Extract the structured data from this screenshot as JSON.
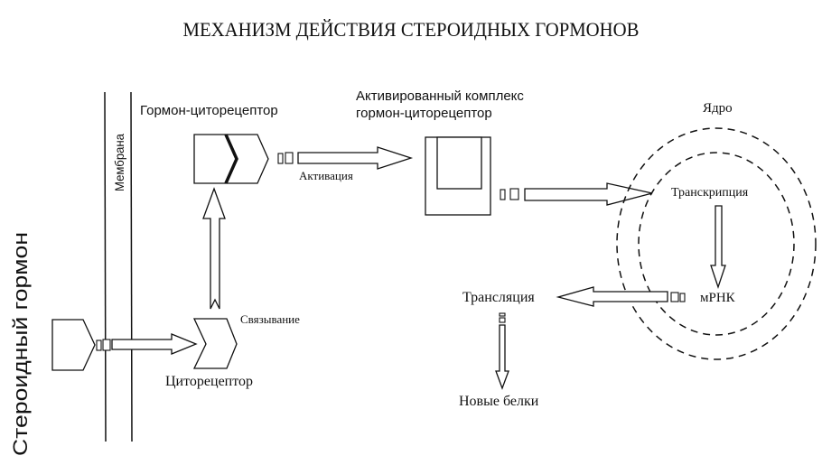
{
  "title": "МЕХАНИЗМ ДЕЙСТВИЯ СТЕРОИДНЫХ ГОРМОНОВ",
  "labels": {
    "steroid_hormone": "Стероидный гормон",
    "membrane": "Мембрана",
    "hormone_cytoreceptor": "Гормон-циторецептор",
    "activated_complex_line1": "Активированный комплекс",
    "activated_complex_line2": "гормон-циторецептор",
    "nucleus": "Ядро",
    "activation": "Активация",
    "binding": "Связывание",
    "cytoreceptor": "Циторецептор",
    "transcription": "Транскрипция",
    "mrna": "мРНК",
    "translation": "Трансляция",
    "new_proteins": "Новые белки"
  },
  "colors": {
    "ink": "#111111",
    "background": "#ffffff"
  }
}
